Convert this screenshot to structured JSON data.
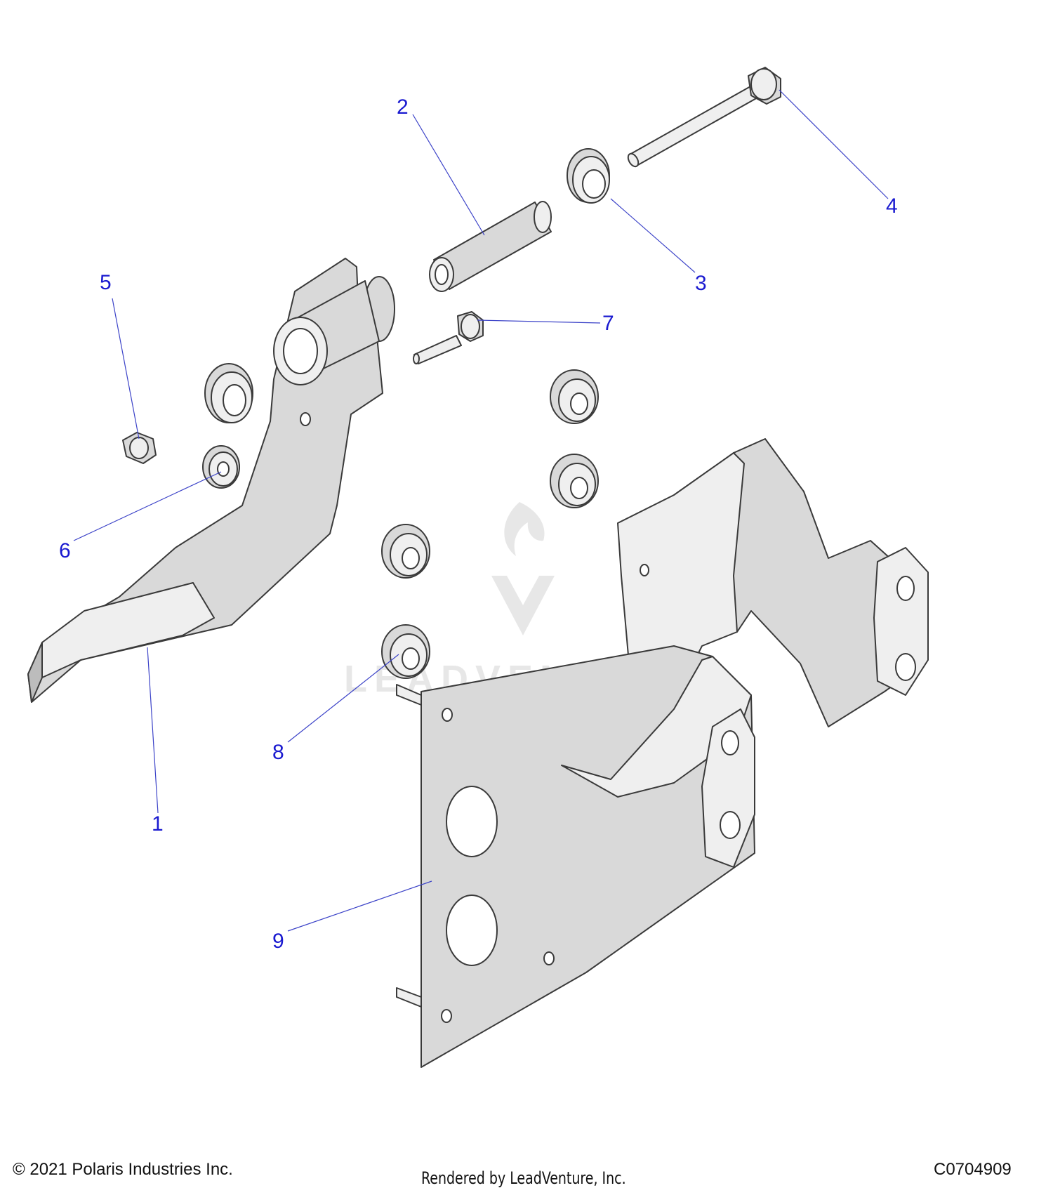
{
  "diagram": {
    "callouts": {
      "c1": "1",
      "c2": "2",
      "c3": "3",
      "c4": "4",
      "c5": "5",
      "c6": "6",
      "c7": "7",
      "c8": "8",
      "c9": "9"
    },
    "watermark": "LEADVENTURE",
    "callout_color": "#1a1ad0"
  },
  "footer": {
    "copyright": "© 2021 Polaris Industries Inc.",
    "rendered_by": "Rendered by LeadVenture, Inc.",
    "diagram_code": "C0704909"
  }
}
